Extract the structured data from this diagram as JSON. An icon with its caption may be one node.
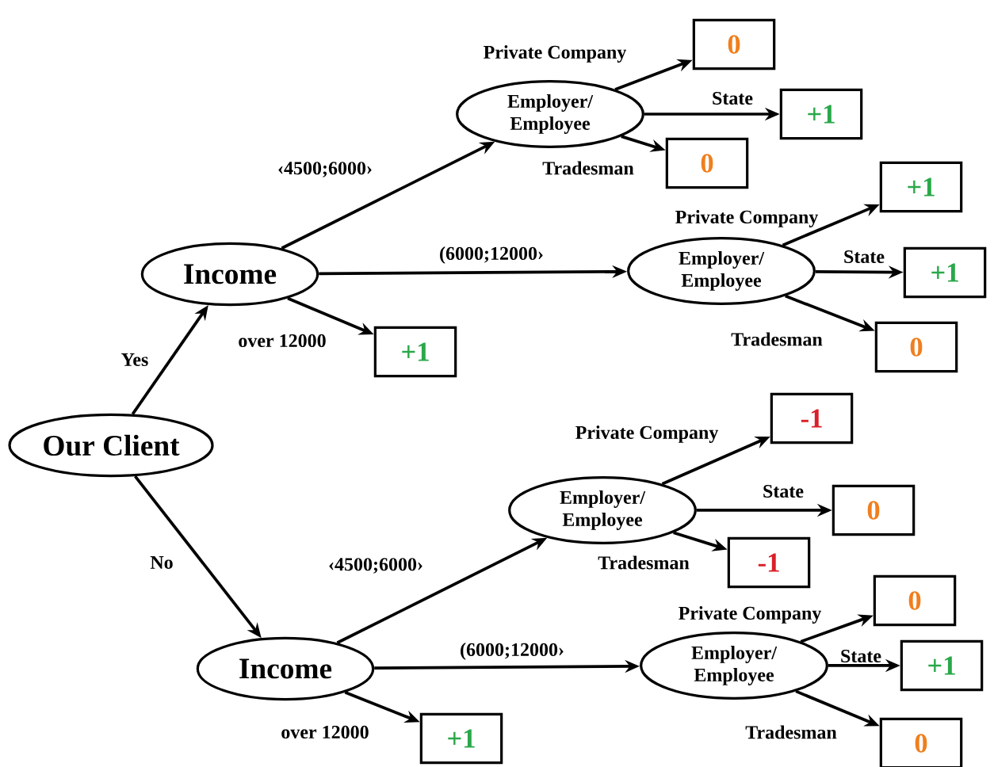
{
  "diagram": {
    "nodes": [
      {
        "text": [
          "Our Client"
        ]
      },
      {
        "text": [
          "Income"
        ]
      },
      {
        "text": [
          "Employer/ Employee"
        ]
      },
      {
        "text": [
          "0"
        ]
      },
      {
        "text": [
          "+1"
        ]
      },
      {
        "text": [
          "0"
        ]
      },
      {
        "text": [
          "Employer/ Employee"
        ]
      },
      {
        "text": [
          "+1"
        ]
      },
      {
        "text": [
          "+1"
        ]
      },
      {
        "text": [
          "0"
        ]
      },
      {
        "text": [
          "+1"
        ]
      },
      {
        "text": [
          "Income"
        ]
      },
      {
        "text": [
          "Employer/ Employee"
        ]
      },
      {
        "text": [
          "-1"
        ]
      },
      {
        "text": [
          "0"
        ]
      },
      {
        "text": [
          "-1"
        ]
      },
      {
        "text": [
          "Employer/ Employee"
        ]
      },
      {
        "text": [
          "0"
        ]
      },
      {
        "text": [
          "+1"
        ]
      },
      {
        "text": [
          "0"
        ]
      },
      {
        "text": [
          "+1"
        ]
      }
    ],
    "edges": [
      {
        "from": 0,
        "to": 1,
        "arrow": "to",
        "label": "Yes"
      },
      {
        "from": 0,
        "to": 11,
        "arrow": "to",
        "label": "No"
      },
      {
        "from": 1,
        "to": 2,
        "arrow": "to",
        "label": "‹4500;6000›"
      },
      {
        "from": 1,
        "to": 6,
        "arrow": "to",
        "label": "(6000;12000›"
      },
      {
        "from": 1,
        "to": 10,
        "arrow": "to",
        "label": "over 12000"
      },
      {
        "from": 2,
        "to": 3,
        "arrow": "to",
        "label": "Private Company"
      },
      {
        "from": 2,
        "to": 4,
        "arrow": "to",
        "label": "State"
      },
      {
        "from": 2,
        "to": 5,
        "arrow": "to",
        "label": "Tradesman"
      },
      {
        "from": 6,
        "to": 7,
        "arrow": "to",
        "label": "Private Company"
      },
      {
        "from": 6,
        "to": 8,
        "arrow": "to",
        "label": "State"
      },
      {
        "from": 6,
        "to": 9,
        "arrow": "to",
        "label": "Tradesman"
      },
      {
        "from": 11,
        "to": 12,
        "arrow": "to",
        "label": "‹4500;6000›"
      },
      {
        "from": 11,
        "to": 16,
        "arrow": "to",
        "label": "(6000;12000›"
      },
      {
        "from": 11,
        "to": 20,
        "arrow": "to",
        "label": "over 12000"
      },
      {
        "from": 12,
        "to": 13,
        "arrow": "to",
        "label": "Private Company"
      },
      {
        "from": 12,
        "to": 14,
        "arrow": "to",
        "label": "State"
      },
      {
        "from": 12,
        "to": 15,
        "arrow": "to",
        "label": "Tradesman"
      },
      {
        "from": 16,
        "to": 17,
        "arrow": "to",
        "label": "Private Company"
      },
      {
        "from": 16,
        "to": 18,
        "arrow": "to",
        "label": "State"
      },
      {
        "from": 16,
        "to": 19,
        "arrow": "to",
        "label": "Tradesman"
      }
    ]
  }
}
